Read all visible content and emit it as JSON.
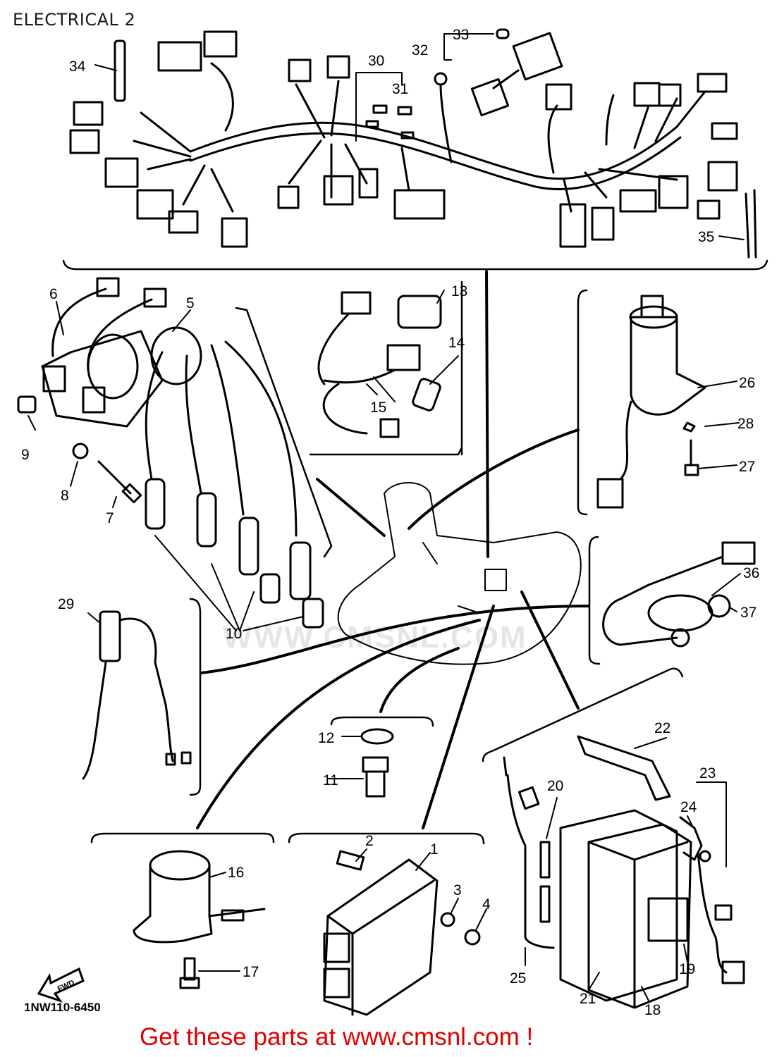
{
  "header": {
    "title": "ELECTRICAL 2"
  },
  "diagram": {
    "callouts": [
      "1",
      "2",
      "3",
      "4",
      "5",
      "6",
      "7",
      "8",
      "9",
      "10",
      "11",
      "12",
      "13",
      "14",
      "15",
      "16",
      "17",
      "18",
      "19",
      "20",
      "21",
      "22",
      "23",
      "24",
      "25",
      "26",
      "27",
      "28",
      "29",
      "30",
      "31",
      "32",
      "33",
      "34",
      "35",
      "36",
      "37"
    ],
    "direction_label": "FWD",
    "watermark": "WWW.CMSNL.COM"
  },
  "footer": {
    "diagram_code": "1NW110-6450",
    "promo": "Get these parts at www.cmsnl.com !"
  },
  "colors": {
    "promo": "#e00000",
    "ink": "#000000"
  }
}
